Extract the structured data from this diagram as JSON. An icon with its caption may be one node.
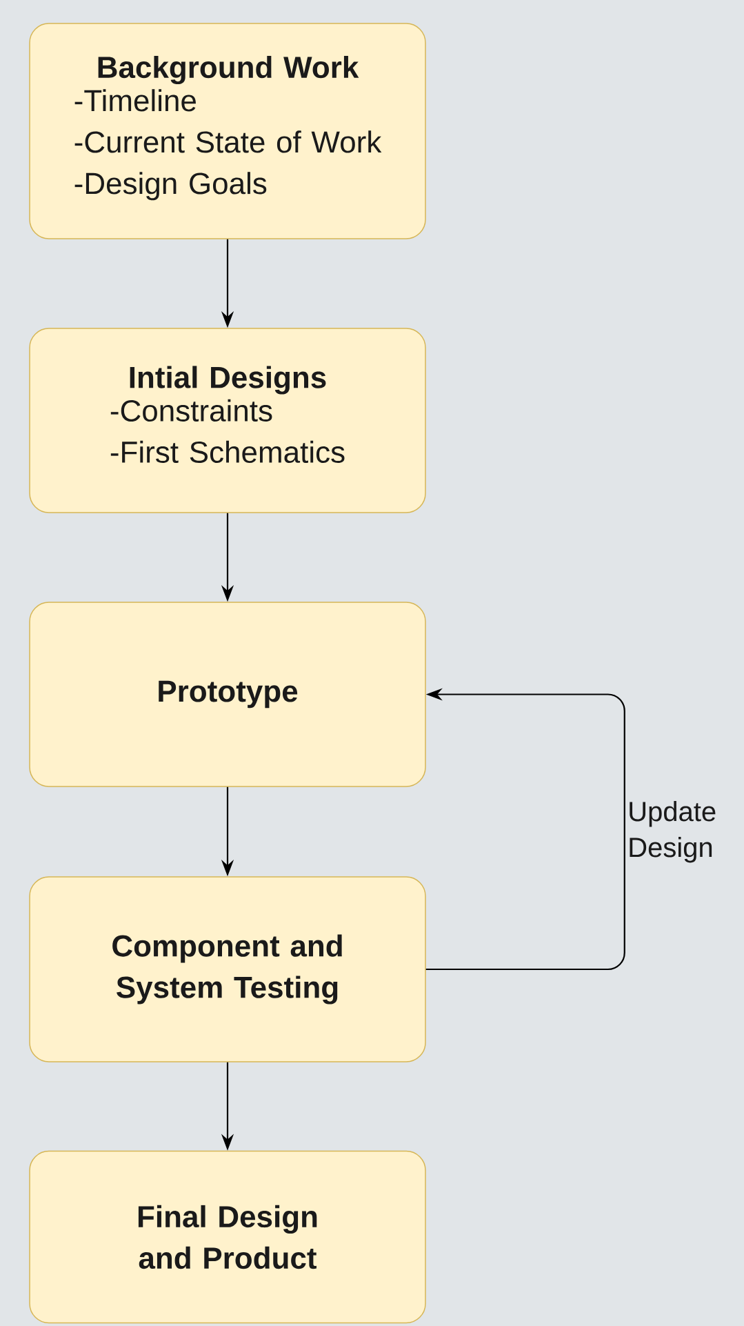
{
  "diagram": {
    "nodes": [
      {
        "text": [
          "Background Work",
          "-Timeline",
          "-Current State of Work",
          "-Design Goals"
        ]
      },
      {
        "text": [
          "Intial Designs",
          "-Constraints",
          "-First Schematics"
        ]
      },
      {
        "text": [
          "Prototype"
        ]
      },
      {
        "text": [
          "Component and System Testing"
        ]
      },
      {
        "text": [
          "Final Design and Product"
        ]
      }
    ],
    "edges": [
      {
        "from": 0,
        "to": 1,
        "arrow": "to"
      },
      {
        "from": 1,
        "to": 2,
        "arrow": "to"
      },
      {
        "from": 2,
        "to": 3,
        "arrow": "to"
      },
      {
        "from": 3,
        "to": 4,
        "arrow": "to"
      },
      {
        "from": 3,
        "to": 2,
        "arrow": "to",
        "label": "Update Design"
      }
    ]
  }
}
